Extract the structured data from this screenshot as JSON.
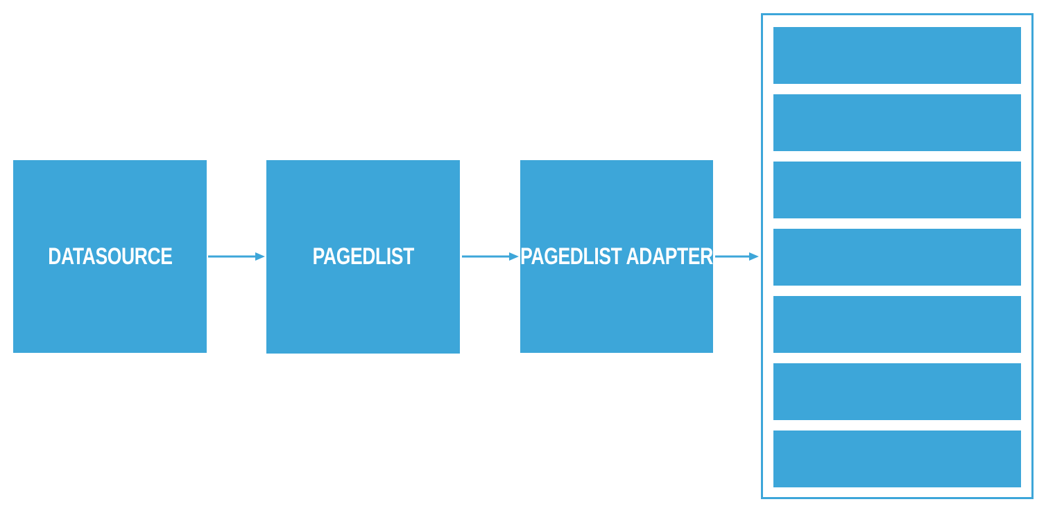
{
  "colors": {
    "accent": "#3da6d9",
    "background": "#ffffff",
    "label": "#ffffff"
  },
  "nodes": [
    {
      "id": "datasource",
      "label": "DATASOURCE"
    },
    {
      "id": "pagedlist",
      "label": "PAGEDLIST"
    },
    {
      "id": "adapter",
      "label": "PAGEDLIST ADAPTER"
    }
  ],
  "edges": [
    {
      "from": "datasource",
      "to": "pagedlist"
    },
    {
      "from": "pagedlist",
      "to": "adapter"
    },
    {
      "from": "adapter",
      "to": "list"
    }
  ],
  "list": {
    "item_count": 7
  }
}
